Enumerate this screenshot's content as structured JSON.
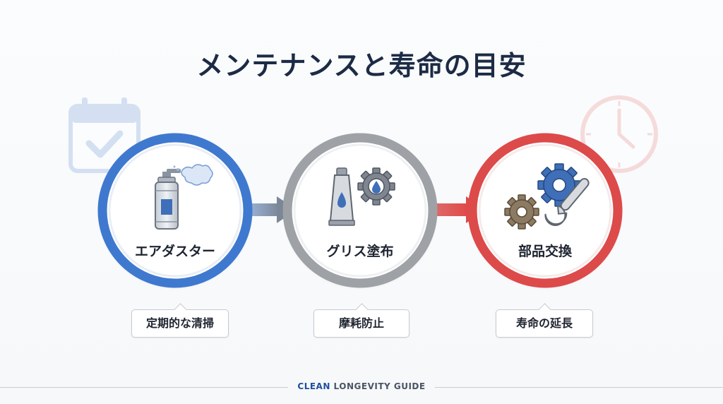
{
  "title": "メンテナンスと寿命の目安",
  "steps": [
    {
      "label": "エアダスター",
      "note": "定期的な清掃",
      "color": "#3f79cf",
      "icon": "air-duster-can-icon"
    },
    {
      "label": "グリス塗布",
      "note": "摩耗防止",
      "color": "#9ea2a6",
      "icon": "grease-tube-gear-icon"
    },
    {
      "label": "部品交換",
      "note": "寿命の延長",
      "color": "#dd4a4a",
      "icon": "gear-wrench-icon"
    }
  ],
  "decor": {
    "left": "calendar-check-icon",
    "right": "clock-icon"
  },
  "footer": {
    "accent": "CLEAN",
    "rest": " LONGEVITY GUIDE"
  }
}
